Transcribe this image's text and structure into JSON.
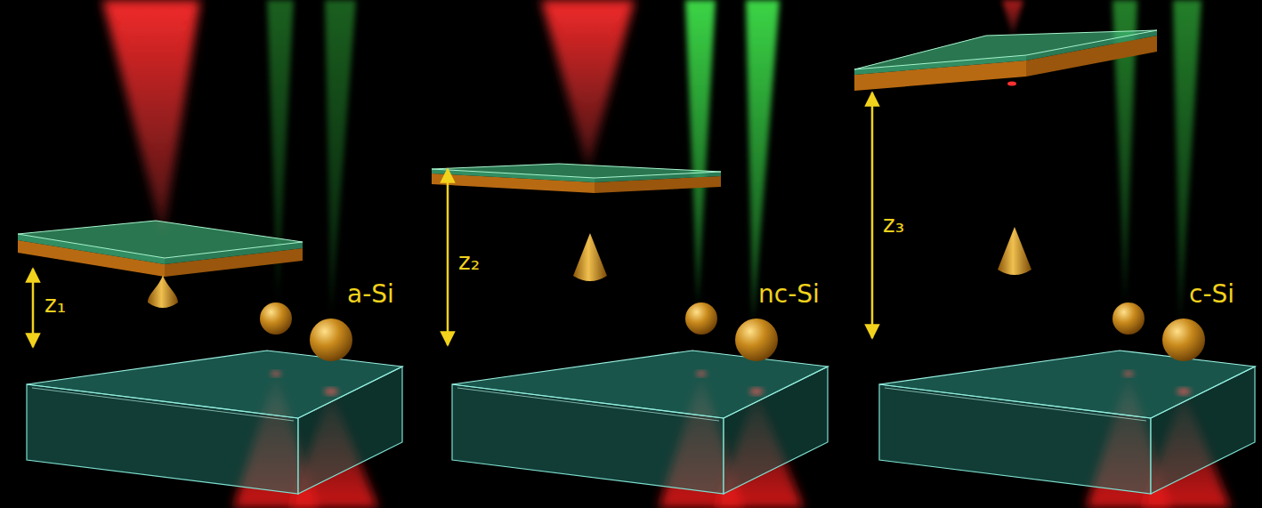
{
  "diagram": {
    "labels": [
      "z₁",
      "a-Si",
      "z₂",
      "nc-Si",
      "z₃",
      "c-Si"
    ]
  }
}
